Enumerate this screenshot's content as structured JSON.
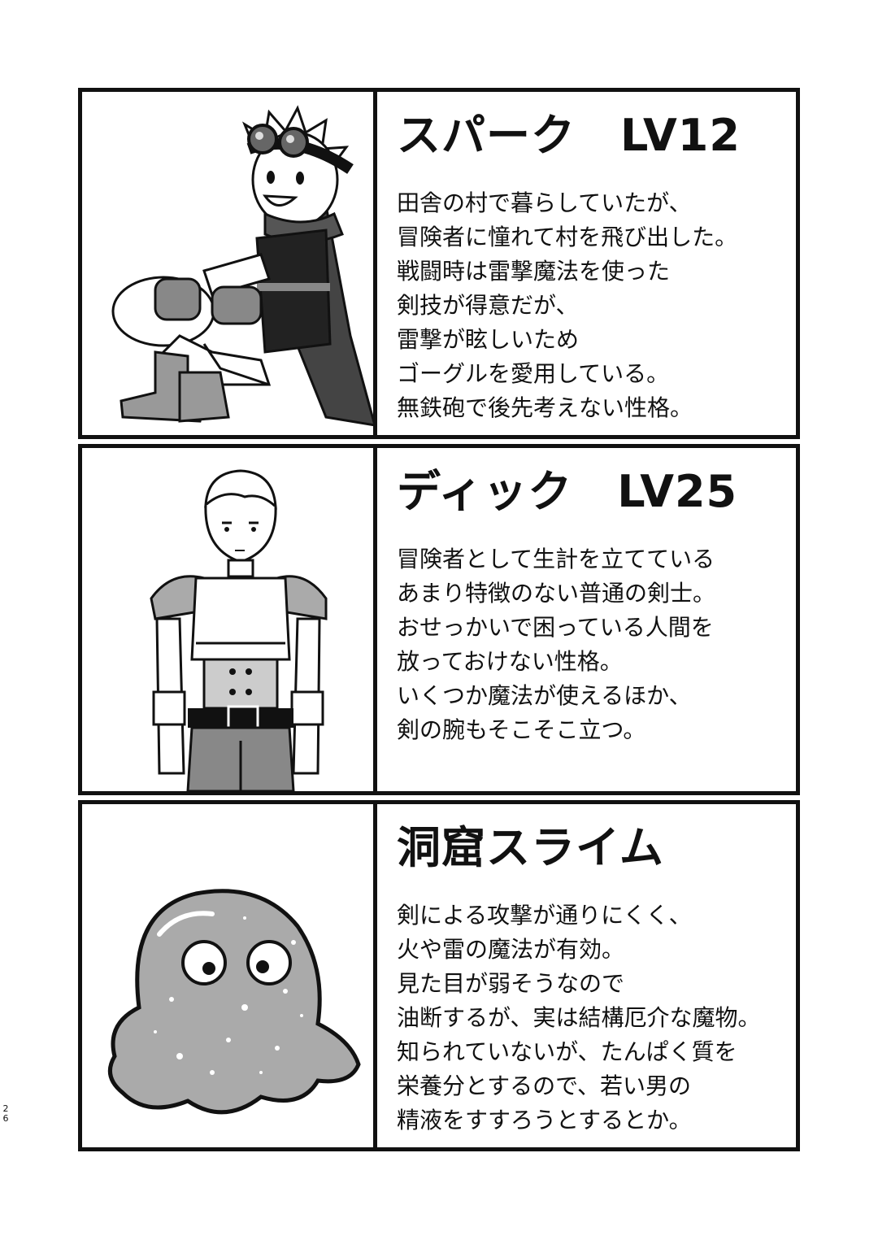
{
  "characters": [
    {
      "name": "スパーク　LV12",
      "description": [
        "田舎の村で暮らしていたが、",
        "冒険者に憧れて村を飛び出した。",
        "戦闘時は雷撃魔法を使った",
        "剣技が得意だが、",
        "雷撃が眩しいため",
        "ゴーグルを愛用している。",
        "無鉄砲で後先考えない性格。"
      ],
      "illustration": "boy-with-goggles-sitting"
    },
    {
      "name": "ディック　LV25",
      "description": [
        "冒険者として生計を立てている",
        "あまり特徴のない普通の剣士。",
        "おせっかいで困っている人間を",
        "放っておけない性格。",
        "いくつか魔法が使えるほか、",
        "剣の腕もそこそこ立つ。"
      ],
      "illustration": "armored-swordsman-standing"
    },
    {
      "name": "洞窟スライム",
      "description": [
        "剣による攻撃が通りにくく、",
        "火や雷の魔法が有効。",
        "見た目が弱そうなので",
        "油断するが、実は結構厄介な魔物。",
        "知られていないが、たんぱく質を",
        "栄養分とするので、若い男の",
        "精液をすすろうとするとか。"
      ],
      "illustration": "slime-monster"
    }
  ],
  "page_number": [
    "2",
    "6"
  ]
}
